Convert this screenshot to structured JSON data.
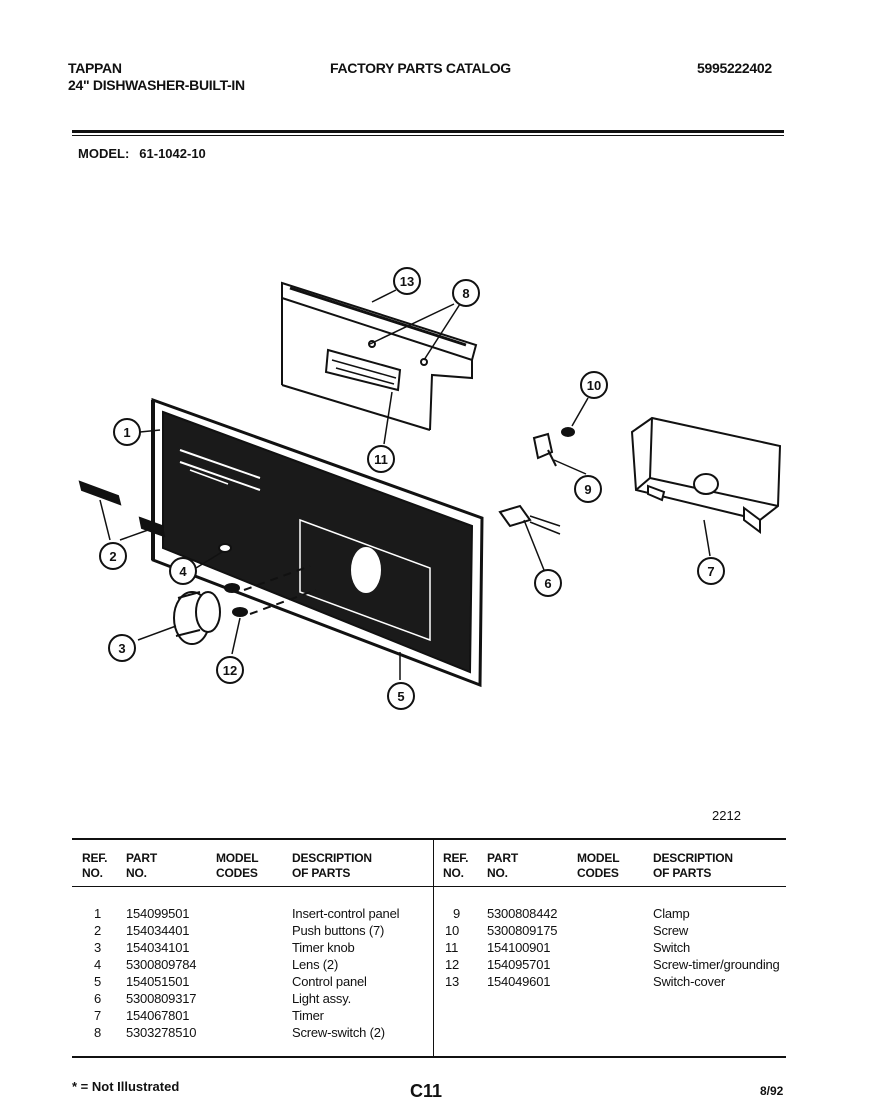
{
  "header": {
    "brand": "TAPPAN",
    "product": "24\" DISHWASHER-BUILT-IN",
    "catalog": "FACTORY PARTS CATALOG",
    "catalog_number": "5995222402"
  },
  "model": {
    "label": "MODEL:",
    "value": "61-1042-10"
  },
  "diagram": {
    "callouts": [
      "1",
      "2",
      "3",
      "4",
      "5",
      "6",
      "7",
      "8",
      "9",
      "10",
      "11",
      "12",
      "13"
    ],
    "figure_number": "2212"
  },
  "parts_table": {
    "headers": {
      "ref_line1": "REF.",
      "ref_line2": "NO.",
      "part_line1": "PART",
      "part_line2": "NO.",
      "model_line1": "MODEL",
      "model_line2": "CODES",
      "desc_line1": "DESCRIPTION",
      "desc_line2": "OF PARTS"
    },
    "left": [
      {
        "ref": "1",
        "part": "154099501",
        "codes": "",
        "desc": "Insert-control panel"
      },
      {
        "ref": "2",
        "part": "154034401",
        "codes": "",
        "desc": "Push buttons (7)"
      },
      {
        "ref": "3",
        "part": "154034101",
        "codes": "",
        "desc": "Timer knob"
      },
      {
        "ref": "4",
        "part": "5300809784",
        "codes": "",
        "desc": "Lens (2)"
      },
      {
        "ref": "5",
        "part": "154051501",
        "codes": "",
        "desc": "Control panel"
      },
      {
        "ref": "6",
        "part": "5300809317",
        "codes": "",
        "desc": "Light assy."
      },
      {
        "ref": "7",
        "part": "154067801",
        "codes": "",
        "desc": "Timer"
      },
      {
        "ref": "8",
        "part": "5303278510",
        "codes": "",
        "desc": "Screw-switch (2)"
      }
    ],
    "right": [
      {
        "ref": "9",
        "part": "5300808442",
        "codes": "",
        "desc": "Clamp"
      },
      {
        "ref": "10",
        "part": "5300809175",
        "codes": "",
        "desc": "Screw"
      },
      {
        "ref": "11",
        "part": "154100901",
        "codes": "",
        "desc": "Switch"
      },
      {
        "ref": "12",
        "part": "154095701",
        "codes": "",
        "desc": "Screw-timer/grounding"
      },
      {
        "ref": "13",
        "part": "154049601",
        "codes": "",
        "desc": "Switch-cover"
      }
    ]
  },
  "footer": {
    "note": "* = Not Illustrated",
    "page_id": "C11",
    "date": "8/92"
  }
}
